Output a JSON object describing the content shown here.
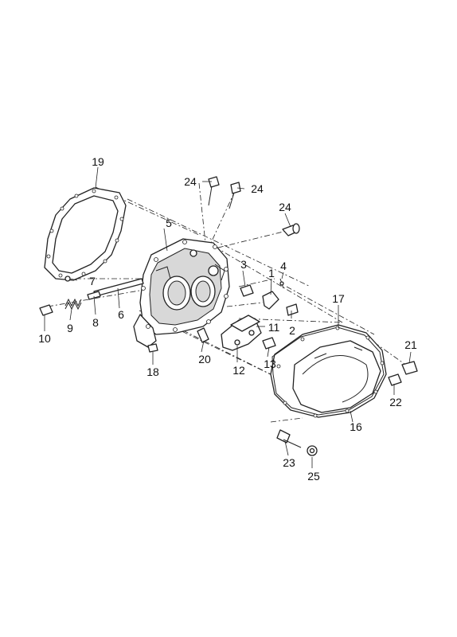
{
  "diagram": {
    "callouts": {
      "c1": "1",
      "c2": "2",
      "c3": "3",
      "c4": "4",
      "c5": "5",
      "c6": "6",
      "c7": "7",
      "c8": "8",
      "c9": "9",
      "c10": "10",
      "c11": "11",
      "c12": "12",
      "c13": "13",
      "c16": "16",
      "c17": "17",
      "c18": "18",
      "c19": "19",
      "c20": "20",
      "c21": "21",
      "c22": "22",
      "c23": "23",
      "c24a": "24",
      "c24b": "24",
      "c24c": "24",
      "c25": "25"
    }
  }
}
